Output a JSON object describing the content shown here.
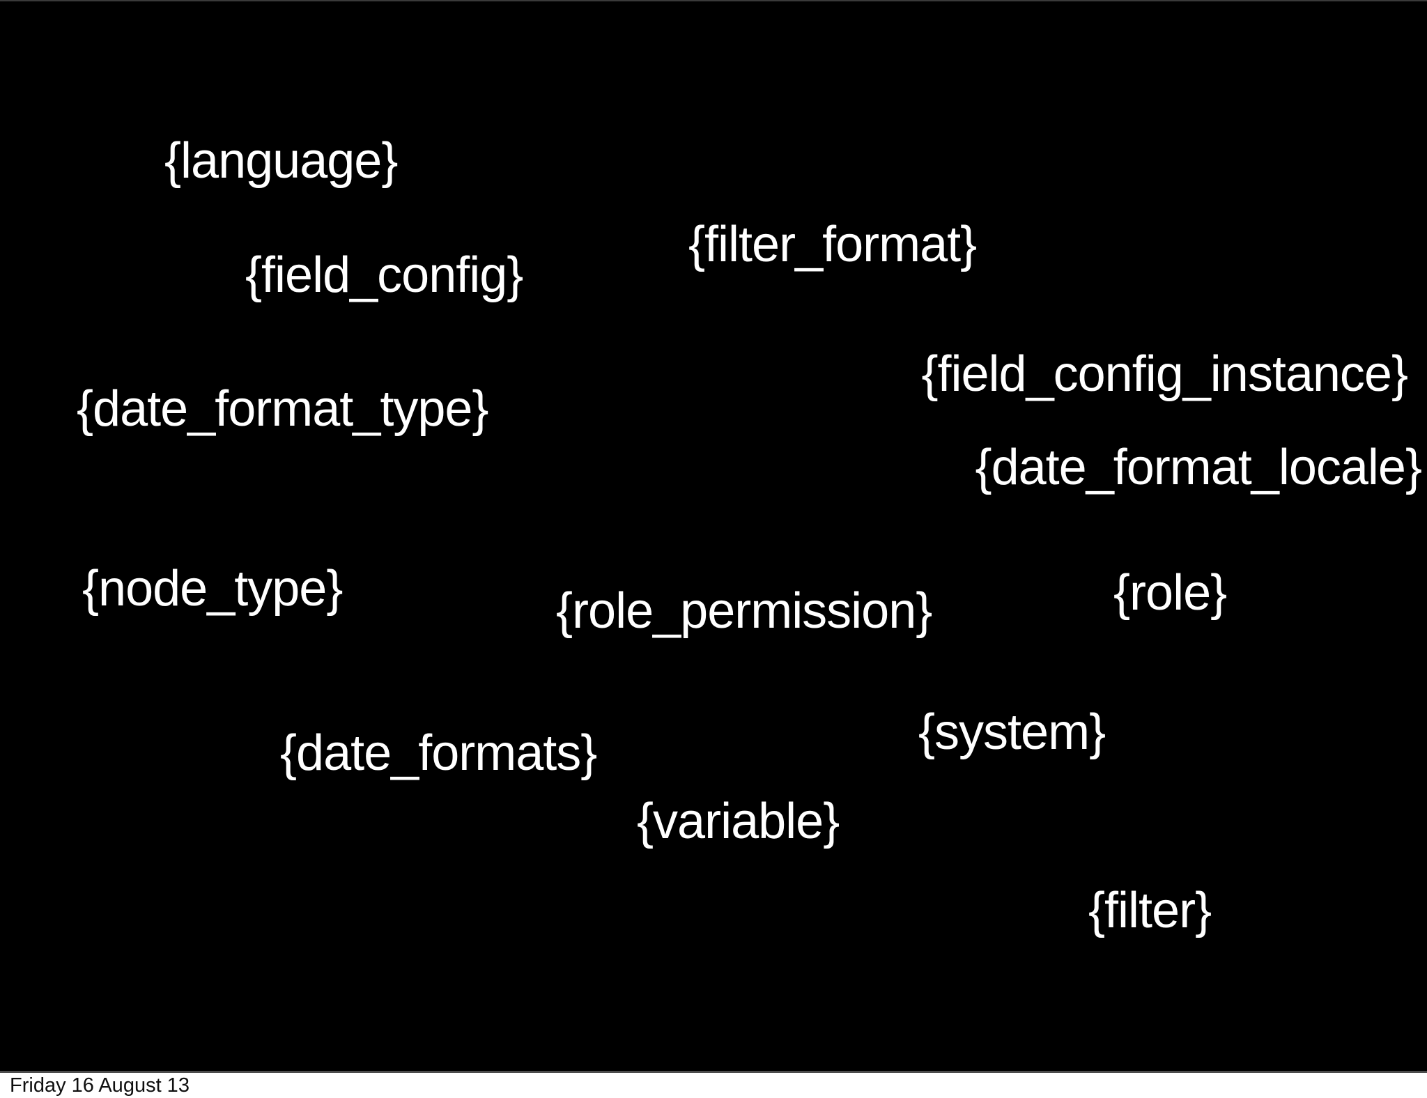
{
  "slide": {
    "background_color": "#000000",
    "text_color": "#ffffff",
    "labels": [
      {
        "id": "language",
        "text": "{language}"
      },
      {
        "id": "field_config",
        "text": "{field_config}"
      },
      {
        "id": "filter_format",
        "text": "{filter_format}"
      },
      {
        "id": "field_config_instance",
        "text": "{field_config_instance}"
      },
      {
        "id": "date_format_locale",
        "text": "{date_format_locale}"
      },
      {
        "id": "date_format_type",
        "text": "{date_format_type}"
      },
      {
        "id": "node_type",
        "text": "{node_type}"
      },
      {
        "id": "role_permission",
        "text": "{role_permission}"
      },
      {
        "id": "role",
        "text": "{role}"
      },
      {
        "id": "date_formats",
        "text": "{date_formats}"
      },
      {
        "id": "system",
        "text": "{system}"
      },
      {
        "id": "variable",
        "text": "{variable}"
      },
      {
        "id": "filter",
        "text": "{filter}"
      }
    ]
  },
  "footer": {
    "date_label": "Friday 16 August 13",
    "background_color": "#ffffff",
    "text_color": "#0f0f0f",
    "separator_color": "#4c4c4c"
  }
}
